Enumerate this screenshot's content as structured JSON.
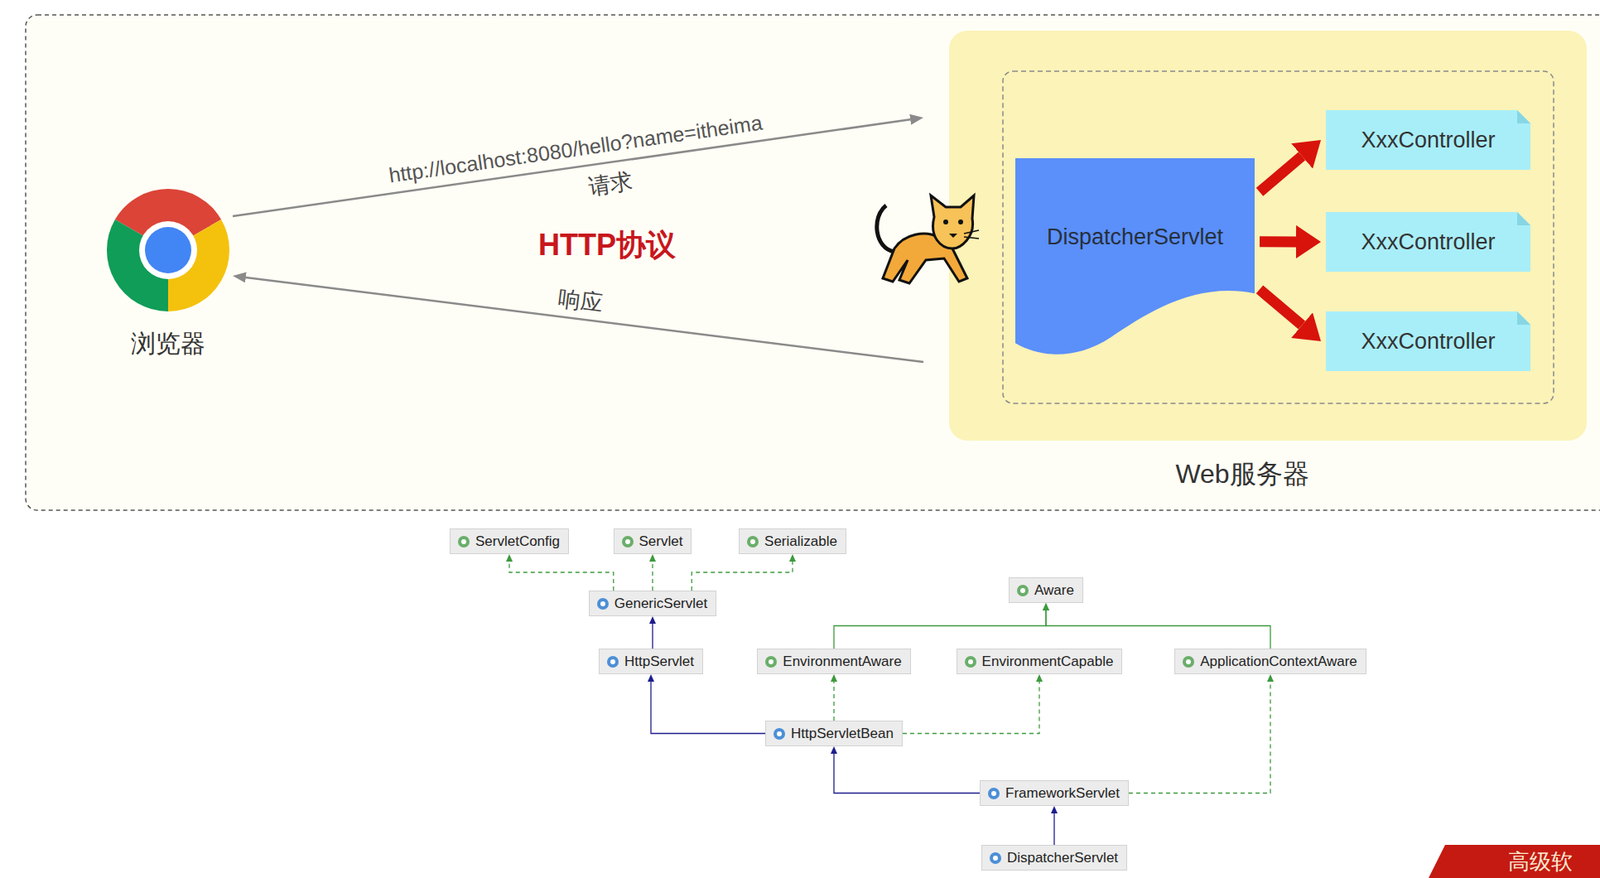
{
  "diagram": {
    "nodes": [
      {
        "text": [
          "浏览器"
        ]
      },
      {
        "text": [
          "Web服务器"
        ]
      },
      {
        "text": [
          "DispatcherServlet"
        ],
        "in": 1
      },
      {
        "text": [
          "XxxController"
        ],
        "in": 1
      },
      {
        "text": [
          "XxxController"
        ],
        "in": 1
      },
      {
        "text": [
          "XxxController"
        ],
        "in": 1
      },
      {
        "text": [
          "ServletConfig"
        ]
      },
      {
        "text": [
          "Servlet"
        ]
      },
      {
        "text": [
          "Serializable"
        ]
      },
      {
        "text": [
          "GenericServlet"
        ]
      },
      {
        "text": [
          "Aware"
        ]
      },
      {
        "text": [
          "HttpServlet"
        ]
      },
      {
        "text": [
          "EnvironmentAware"
        ]
      },
      {
        "text": [
          "EnvironmentCapable"
        ]
      },
      {
        "text": [
          "ApplicationContextAware"
        ]
      },
      {
        "text": [
          "HttpServletBean"
        ]
      },
      {
        "text": [
          "FrameworkServlet"
        ]
      },
      {
        "text": [
          "DispatcherServlet"
        ]
      }
    ],
    "edges": [
      {
        "from": 0,
        "to": 1,
        "arrow": "to",
        "label": "http://localhost:8080/hello?name=itheima"
      },
      {
        "from": 1,
        "to": 0,
        "arrow": "to",
        "label": "响应"
      },
      {
        "from": 2,
        "to": 3,
        "arrow": "to"
      },
      {
        "from": 2,
        "to": 4,
        "arrow": "to"
      },
      {
        "from": 2,
        "to": 5,
        "arrow": "to"
      },
      {
        "from": 9,
        "to": 6,
        "arrow": "to"
      },
      {
        "from": 9,
        "to": 7,
        "arrow": "to"
      },
      {
        "from": 9,
        "to": 8,
        "arrow": "to"
      },
      {
        "from": 11,
        "to": 9,
        "arrow": "to"
      },
      {
        "from": 12,
        "to": 10,
        "arrow": "to"
      },
      {
        "from": 14,
        "to": 10,
        "arrow": "to"
      },
      {
        "from": 15,
        "to": 11,
        "arrow": "to"
      },
      {
        "from": 15,
        "to": 12,
        "arrow": "to"
      },
      {
        "from": 15,
        "to": 13,
        "arrow": "to"
      },
      {
        "from": 16,
        "to": 15,
        "arrow": "to"
      },
      {
        "from": 16,
        "to": 14,
        "arrow": "to"
      },
      {
        "from": 17,
        "to": 16,
        "arrow": "to"
      }
    ],
    "labels": [
      "请求",
      "HTTP协议",
      "高级软"
    ]
  }
}
